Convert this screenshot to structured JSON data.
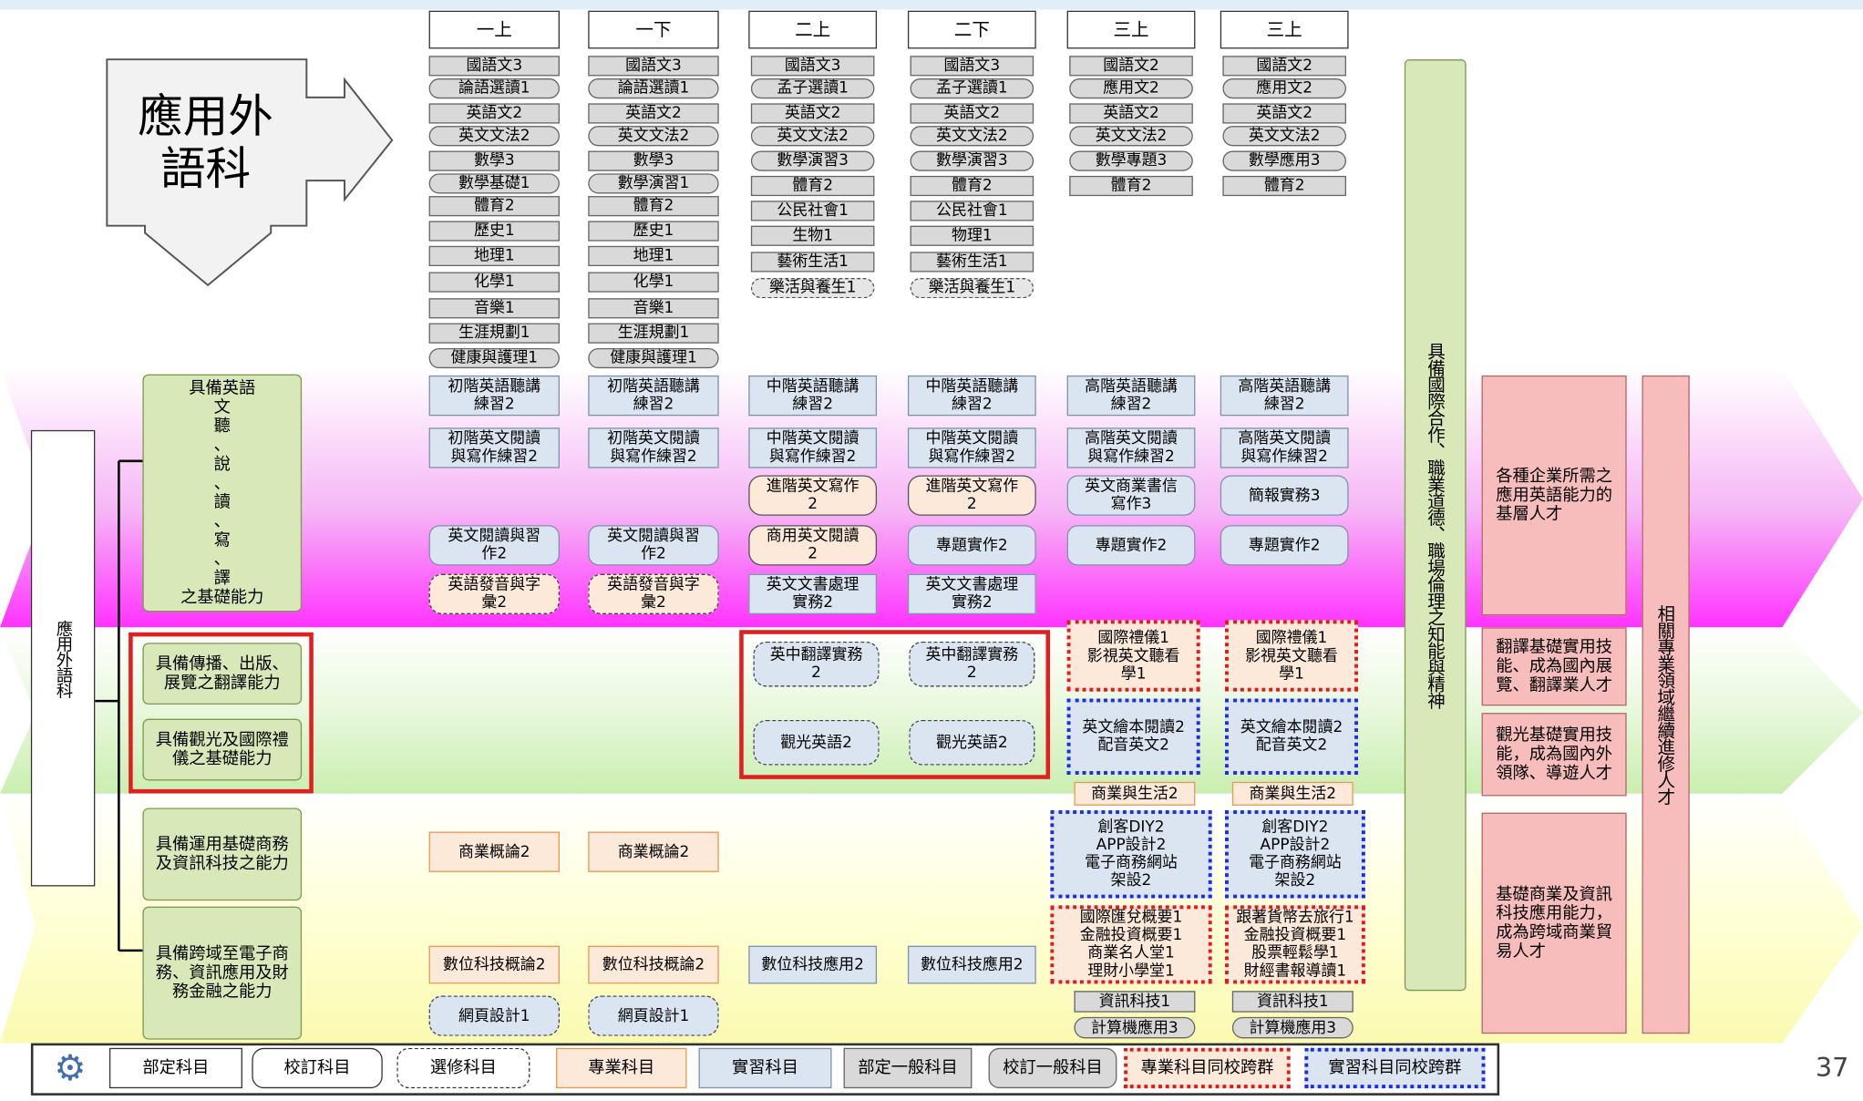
{
  "title_arrow": "應用外語科",
  "years": [
    "一上",
    "一下",
    "二上",
    "二下",
    "三上",
    "三上"
  ],
  "general_courses": [
    [
      "國語文3",
      "論語選讀1",
      "英語文2",
      "英文文法2",
      "數學3",
      "數學基礎1",
      "體育2",
      "歷史1",
      "地理1",
      "化學1",
      "音樂1",
      "生涯規劃1",
      "健康與護理1"
    ],
    [
      "國語文3",
      "論語選讀1",
      "英語文2",
      "英文文法2",
      "數學3",
      "數學演習1",
      "體育2",
      "歷史1",
      "地理1",
      "化學1",
      "音樂1",
      "生涯規劃1",
      "健康與護理1"
    ],
    [
      "國語文3",
      "孟子選讀1",
      "英語文2",
      "英文文法2",
      "數學演習3",
      "體育2",
      "公民社會1",
      "生物1",
      "藝術生活1",
      "樂活與養生1"
    ],
    [
      "國語文3",
      "孟子選讀1",
      "英語文2",
      "英文文法2",
      "數學演習3",
      "體育2",
      "公民社會1",
      "物理1",
      "藝術生活1",
      "樂活與養生1"
    ],
    [
      "國語文2",
      "應用文2",
      "英語文2",
      "英文文法2",
      "數學專題3",
      "體育2"
    ],
    [
      "國語文2",
      "應用文2",
      "英語文2",
      "英文文法2",
      "數學應用3",
      "體育2"
    ]
  ],
  "department": "應用外語科",
  "abilities": [
    "具備英語\n文\n聽\n、\n說\n、\n讀\n、\n寫\n、\n譯\n之基礎能力",
    "具備傳播、出版、\n展覽之翻譯能力",
    "具備觀光及國際禮\n儀之基礎能力",
    "具備運用基礎商務\n及資訊科技之能力",
    "具備跨域至電子商\n務、資訊應用及財\n務金融之能力"
  ],
  "english_rows": {
    "listening": [
      "初階英語聽講\n練習2",
      "初階英語聽講\n練習2",
      "中階英語聽講\n練習2",
      "中階英語聽講\n練習2",
      "高階英語聽講\n練習2",
      "高階英語聽講\n練習2"
    ],
    "reading": [
      "初階英文閱讀\n與寫作練習2",
      "初階英文閱讀\n與寫作練習2",
      "中階英文閱讀\n與寫作練習2",
      "中階英文閱讀\n與寫作練習2",
      "高階英文閱讀\n與寫作練習2",
      "高階英文閱讀\n與寫作練習2"
    ],
    "writing": [
      "進階英文寫作\n2",
      "進階英文寫作\n2",
      "英文商業書信\n寫作3",
      "簡報實務3"
    ],
    "row4": [
      "英文閱讀與習\n作2",
      "英文閱讀與習\n作2",
      "商用英文閱讀\n2",
      "專題實作2",
      "專題實作2",
      "專題實作2"
    ],
    "row5": [
      "英語發音與字\n彙2",
      "英語發音與字\n彙2",
      "英文文書處理\n實務2",
      "英文文書處理\n實務2"
    ]
  },
  "translation": [
    "英中翻譯實務\n2",
    "英中翻譯實務\n2"
  ],
  "tourism": [
    "觀光英語2",
    "觀光英語2"
  ],
  "etiquette": [
    "國際禮儀1\n影視英文聽看\n學1",
    "國際禮儀1\n影視英文聽看\n學1"
  ],
  "picturebook": [
    "英文繪本閱讀2\n配音英文2",
    "英文繪本閱讀2\n配音英文2"
  ],
  "business_life": [
    "商業與生活2",
    "商業與生活2"
  ],
  "business_intro": [
    "商業概論2",
    "商業概論2"
  ],
  "maker": [
    "創客DIY2\nAPP設計2\n電子商務網站\n架設2",
    "創客DIY2\nAPP設計2\n電子商務網站\n架設2"
  ],
  "finance": [
    "國際匯兌概要1\n金融投資概要1\n商業名人堂1\n理財小學堂1",
    "跟著貨幣去旅行1\n金融投資概要1\n股票輕鬆學1\n財經書報導讀1"
  ],
  "digital": [
    "數位科技概論2",
    "數位科技概論2",
    "數位科技應用2",
    "數位科技應用2"
  ],
  "web": [
    "網頁設計1",
    "網頁設計1"
  ],
  "info_tech": [
    "資訊科技1",
    "資訊科技1"
  ],
  "computer_app": [
    "計算機應用3",
    "計算機應用3"
  ],
  "vertical_spirit": "具備國際合作、職業道德、職場倫理之知能與精神",
  "outcomes": [
    "各種企業所需之\n應用英語能力的\n基層人才",
    "翻譯基礎實用技\n能、成為國內展\n覽、翻譯業人才",
    "觀光基礎實用技\n能，成為國內外\n領隊、導遊人才",
    "基礎商業及資訊\n科技應用能力，\n成為跨域商業貿\n易人才"
  ],
  "further_study": "相關專業領域繼續進修人才",
  "legend": [
    "部定科目",
    "校訂科目",
    "選修科目",
    "專業科目",
    "實習科目",
    "部定一般科目",
    "校訂一般科目",
    "專業科目同校跨群",
    "實習科目同校跨群"
  ],
  "page_number": "37",
  "colors": {
    "magenta": "#ff33ff",
    "green": "#ccf2b3",
    "yellow": "#ffffcc",
    "red_frame": "#e02020"
  }
}
